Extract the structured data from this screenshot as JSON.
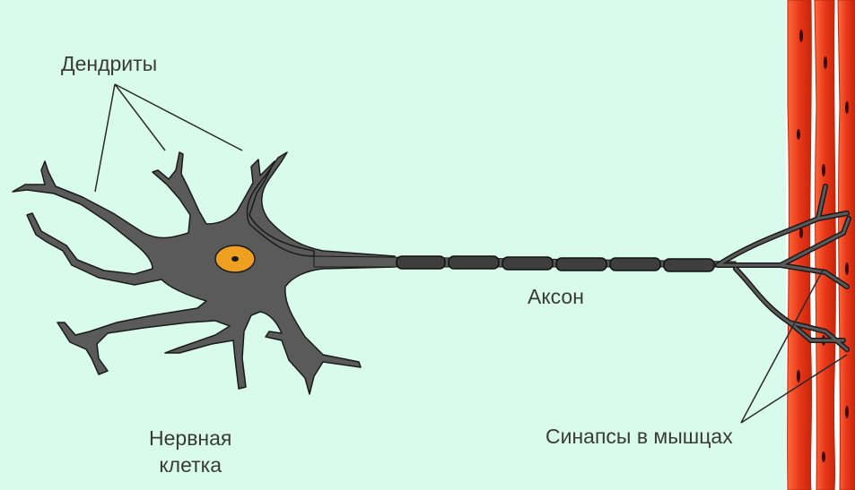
{
  "labels": {
    "dendrites": "Дендриты",
    "axon": "Аксон",
    "nerve_cell_line1": "Нервная",
    "nerve_cell_line2": "клетка",
    "synapses": "Синапсы в мышцах"
  },
  "colors": {
    "background": "#d9fbee",
    "neuron_fill": "#5a5a5a",
    "neuron_outline": "#1a1a1a",
    "nucleus": "#f0a020",
    "nucleolus": "#1a1a1a",
    "muscle_red": "#e8381a",
    "muscle_light": "#ffffff",
    "leader_line": "#2a2a2a",
    "text": "#3a3a3a"
  }
}
